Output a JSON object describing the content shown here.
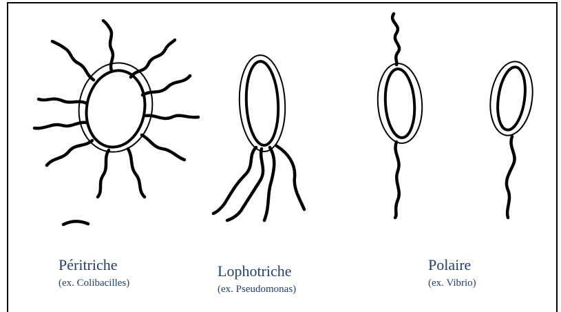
{
  "colors": {
    "ink": "#000000",
    "label": "#1f3f78",
    "background": "#ffffff"
  },
  "types": [
    {
      "name": "Péritriche",
      "example": "(ex. Colibacilles)"
    },
    {
      "name": "Lophotriche",
      "example": "(ex. Pseudomonas)"
    },
    {
      "name": "Polaire",
      "example": "(ex. Vibrio)"
    }
  ]
}
